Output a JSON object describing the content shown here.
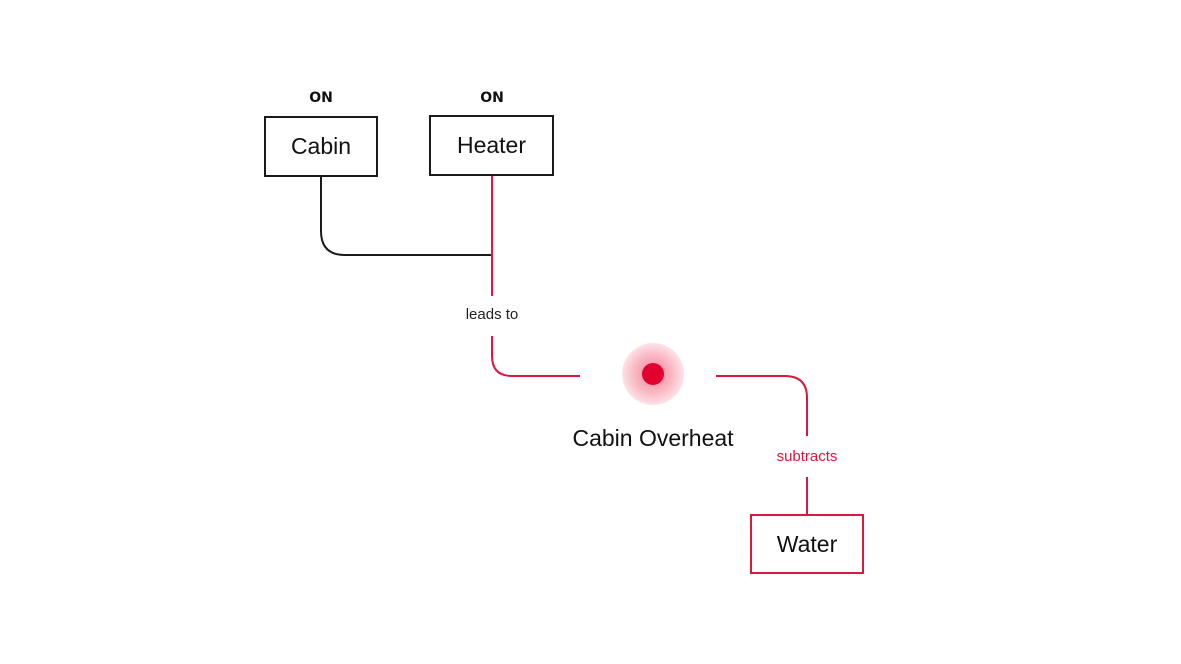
{
  "colors": {
    "neutral_line": "#1a1a1a",
    "alert": "#d9173f",
    "event_core": "#e2002e",
    "background": "#ffffff"
  },
  "nodes": {
    "cabin": {
      "label": "Cabin",
      "state": "ON"
    },
    "heater": {
      "label": "Heater",
      "state": "ON"
    },
    "water": {
      "label": "Water"
    }
  },
  "event": {
    "label": "Cabin Overheat",
    "icon": "pulse-dot-icon"
  },
  "edges": {
    "leads_to": "leads to",
    "subtracts": "subtracts"
  }
}
